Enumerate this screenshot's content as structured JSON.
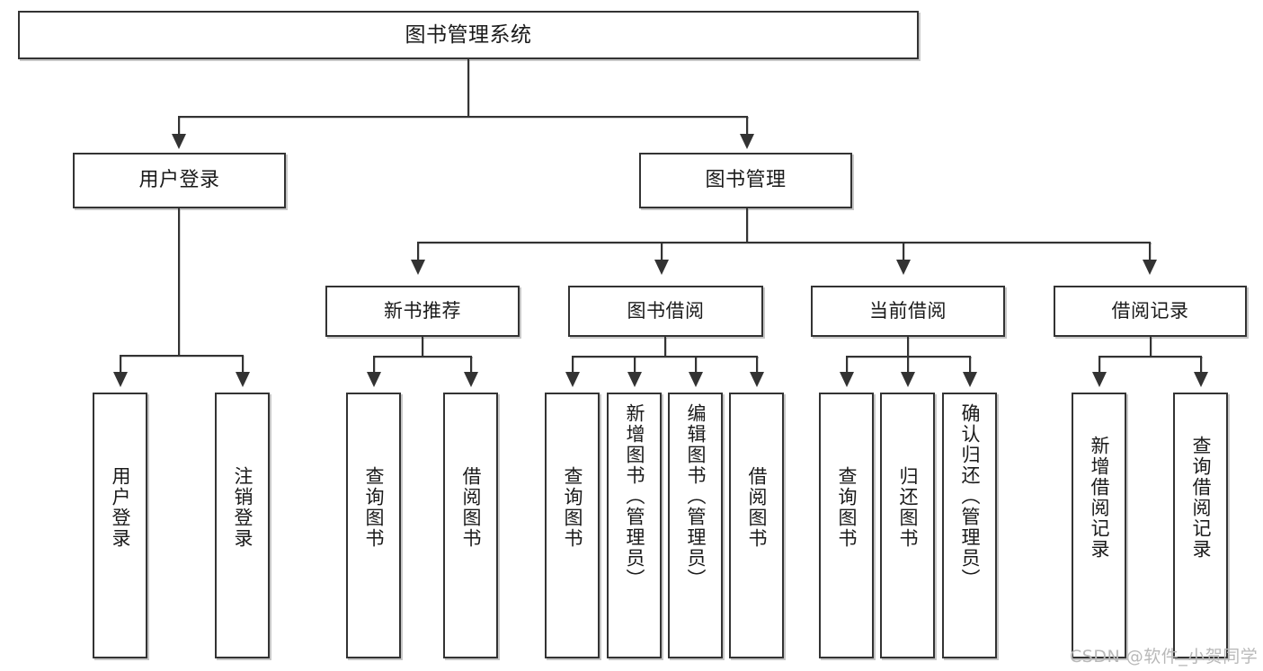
{
  "diagram": {
    "type": "tree-hierarchy",
    "title": "图书管理系统",
    "root": {
      "label": "图书管理系统"
    },
    "level2": [
      {
        "label": "用户登录"
      },
      {
        "label": "图书管理"
      }
    ],
    "level3": [
      {
        "label": "新书推荐"
      },
      {
        "label": "图书借阅"
      },
      {
        "label": "当前借阅"
      },
      {
        "label": "借阅记录"
      }
    ],
    "leaves": {
      "user_login": [
        {
          "label": "用户登录"
        },
        {
          "label": "注销登录"
        }
      ],
      "new_book_recommend": [
        {
          "label": "查询图书"
        },
        {
          "label": "借阅图书"
        }
      ],
      "book_borrow": [
        {
          "label": "查询图书"
        },
        {
          "label": "新增图书（管理员）"
        },
        {
          "label": "编辑图书（管理员）"
        },
        {
          "label": "借阅图书"
        }
      ],
      "current_borrow": [
        {
          "label": "查询图书"
        },
        {
          "label": "归还图书"
        },
        {
          "label": "确认归还（管理员）"
        }
      ],
      "borrow_record": [
        {
          "label": "新增借阅记录"
        },
        {
          "label": "查询借阅记录"
        }
      ]
    }
  },
  "watermark": {
    "text": "CSDN @软件_小贺同学"
  },
  "colors": {
    "stroke": "#333333",
    "background": "#ffffff",
    "text": "#1a1a1a",
    "watermark": "#b9b9b9"
  }
}
